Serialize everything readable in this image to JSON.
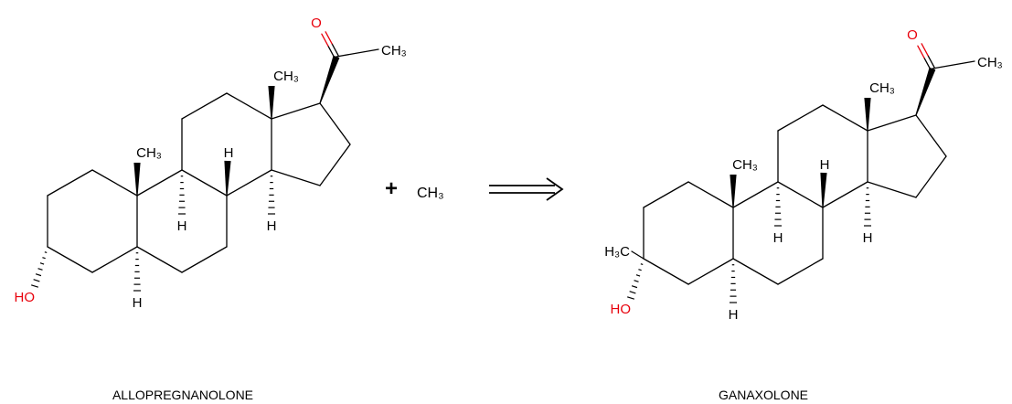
{
  "reaction": {
    "reactant": {
      "name": "ALLOPREGNANOLONE",
      "labels": {
        "c10_methyl": "CH₃",
        "c13_methyl": "CH₃",
        "c8_h": "H",
        "c9_h": "H",
        "c14_h": "H",
        "c5_h": "H",
        "c3_hydroxyl": "HO",
        "carbonyl_oxygen": "O",
        "acetyl_methyl": "CH₃"
      }
    },
    "reagent": {
      "plus": "+",
      "label": "CH₃"
    },
    "arrow_icon": "double-line-arrow-icon",
    "product": {
      "name": "GANAXOLONE",
      "labels": {
        "c10_methyl": "CH₃",
        "c13_methyl": "CH₃",
        "c8_h": "H",
        "c9_h": "H",
        "c14_h": "H",
        "c5_h": "H",
        "c3_methyl": "H₃C",
        "c3_hydroxyl": "HO",
        "carbonyl_oxygen": "O",
        "acetyl_methyl": "CH₃"
      }
    },
    "colors": {
      "bond": "#000000",
      "oxygen": "#e8000b",
      "text": "#000000",
      "background": "#ffffff"
    }
  }
}
